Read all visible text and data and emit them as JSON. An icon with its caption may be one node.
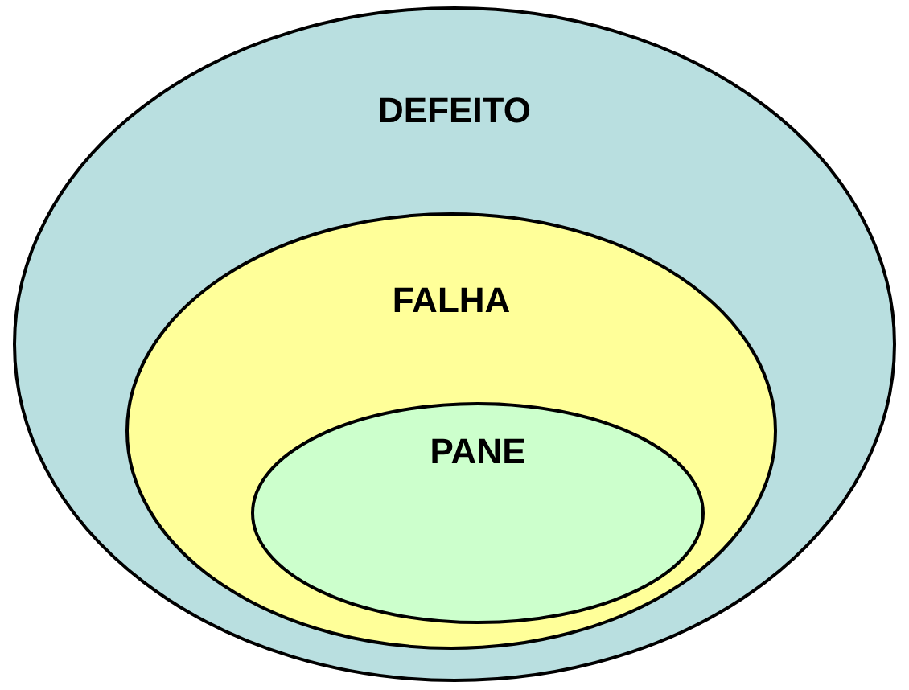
{
  "diagram": {
    "nodes": [
      {
        "text": [
          "DEFEITO"
        ]
      },
      {
        "text": [
          "FALHA"
        ],
        "in": 0
      },
      {
        "text": [
          "PANE"
        ],
        "in": 1
      }
    ]
  }
}
